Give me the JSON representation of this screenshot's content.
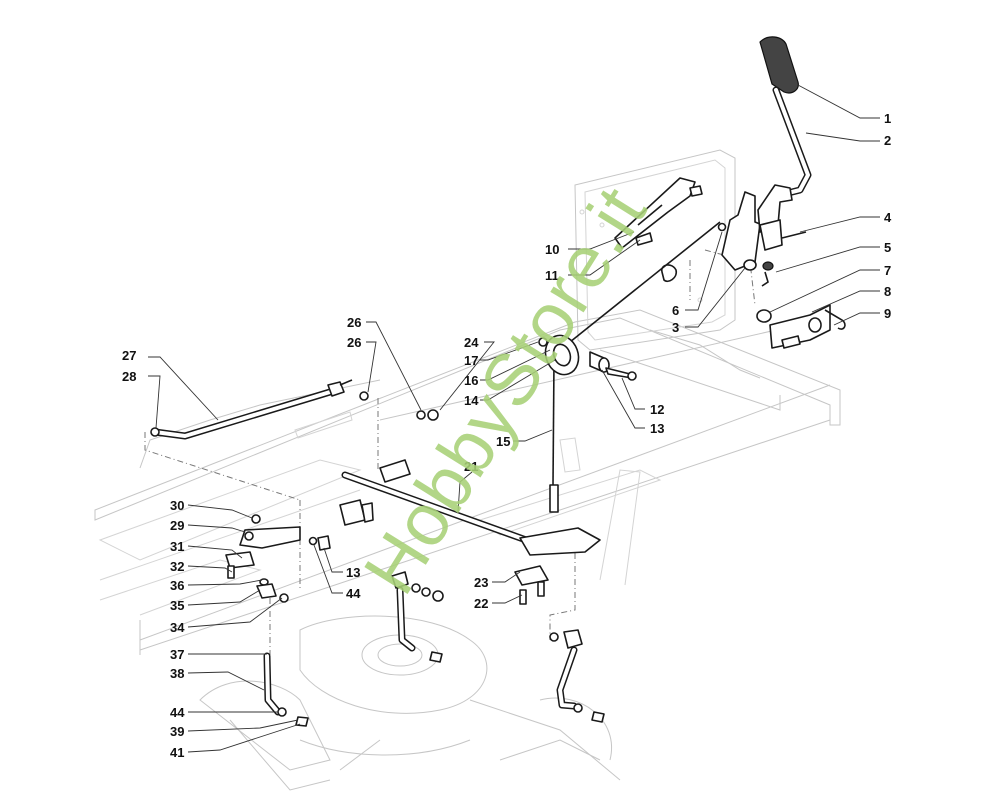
{
  "diagram": {
    "title": "Exploded parts diagram — cutting deck height-adjust lever assembly",
    "watermark": "HobbyStore.it",
    "colors": {
      "line": "#1a1a1a",
      "ghost": "#c6c6c6",
      "watermark": "#a8d177",
      "background": "#ffffff"
    },
    "callouts": [
      {
        "id": "c1",
        "label": "1"
      },
      {
        "id": "c2",
        "label": "2"
      },
      {
        "id": "c4",
        "label": "4"
      },
      {
        "id": "c5",
        "label": "5"
      },
      {
        "id": "c7",
        "label": "7"
      },
      {
        "id": "c8",
        "label": "8"
      },
      {
        "id": "c9",
        "label": "9"
      },
      {
        "id": "c10",
        "label": "10"
      },
      {
        "id": "c11",
        "label": "11"
      },
      {
        "id": "c6",
        "label": "6"
      },
      {
        "id": "c3",
        "label": "3"
      },
      {
        "id": "c26a",
        "label": "26"
      },
      {
        "id": "c26b",
        "label": "26"
      },
      {
        "id": "c24",
        "label": "24"
      },
      {
        "id": "c17",
        "label": "17"
      },
      {
        "id": "c16",
        "label": "16"
      },
      {
        "id": "c14",
        "label": "14"
      },
      {
        "id": "c12",
        "label": "12"
      },
      {
        "id": "c13a",
        "label": "13"
      },
      {
        "id": "c15",
        "label": "15"
      },
      {
        "id": "c21",
        "label": "21"
      },
      {
        "id": "c27",
        "label": "27"
      },
      {
        "id": "c28",
        "label": "28"
      },
      {
        "id": "c30",
        "label": "30"
      },
      {
        "id": "c29",
        "label": "29"
      },
      {
        "id": "c31",
        "label": "31"
      },
      {
        "id": "c32",
        "label": "32"
      },
      {
        "id": "c36",
        "label": "36"
      },
      {
        "id": "c35",
        "label": "35"
      },
      {
        "id": "c34",
        "label": "34"
      },
      {
        "id": "c13b",
        "label": "13"
      },
      {
        "id": "c44a",
        "label": "44"
      },
      {
        "id": "c23",
        "label": "23"
      },
      {
        "id": "c22",
        "label": "22"
      },
      {
        "id": "c37",
        "label": "37"
      },
      {
        "id": "c38",
        "label": "38"
      },
      {
        "id": "c44b",
        "label": "44"
      },
      {
        "id": "c39",
        "label": "39"
      },
      {
        "id": "c41",
        "label": "41"
      }
    ]
  }
}
